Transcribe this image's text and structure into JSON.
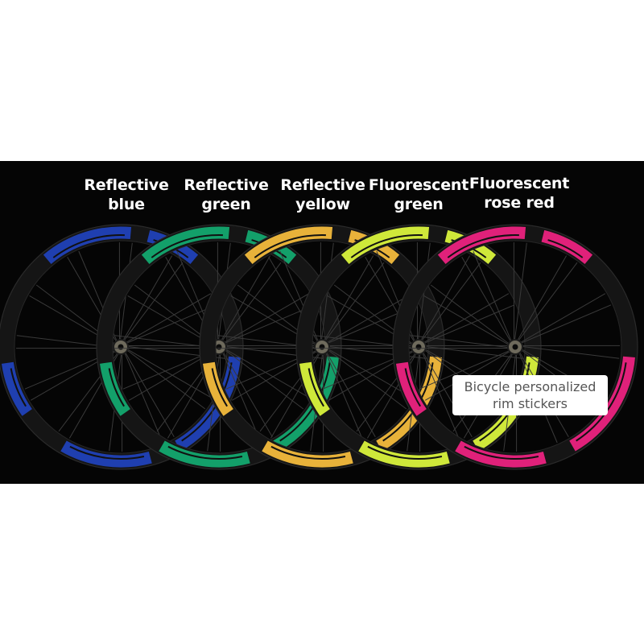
{
  "labels": [
    {
      "line1": "Reflective",
      "line2": "blue",
      "color": "#1f3fb0"
    },
    {
      "line1": "Reflective",
      "line2": "green",
      "color": "#13a06a"
    },
    {
      "line1": "Reflective",
      "line2": "yellow",
      "color": "#e8b23a"
    },
    {
      "line1": "Fluorescent",
      "line2": "green",
      "color": "#cfe83a"
    },
    {
      "line1": "Fluorescent",
      "line2": "rose red",
      "color": "#e0217a"
    }
  ],
  "caption": {
    "line1": "Bicycle personalized",
    "line2": "rim stickers"
  }
}
